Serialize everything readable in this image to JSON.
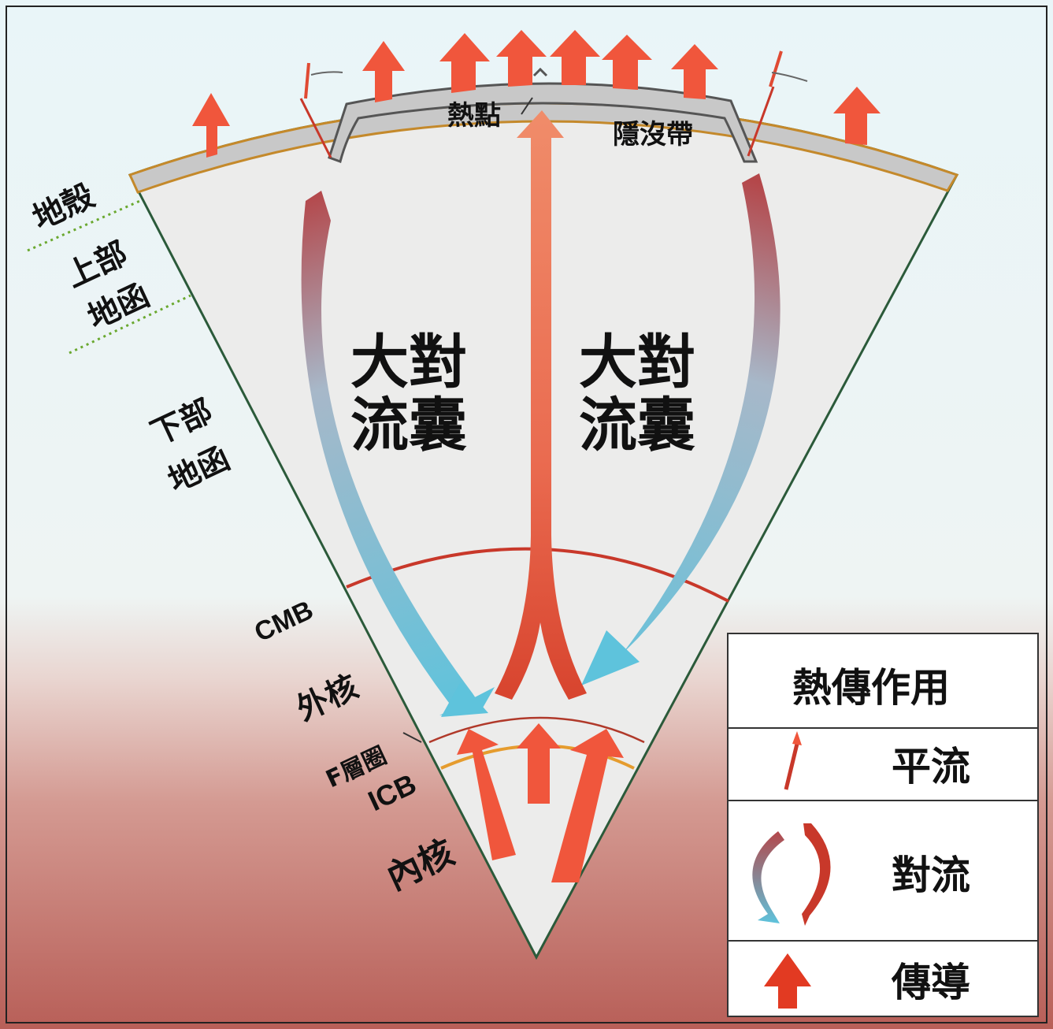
{
  "diagram": {
    "labels": {
      "crust": "地殼",
      "upper_mantle": "上部\n地函",
      "lower_mantle": "下部\n地函",
      "cmb": "CMB",
      "outer_core": "外核",
      "f_layer": "F層圈",
      "icb": "ICB",
      "inner_core": "內核",
      "hotspot": "熱點",
      "subduction_zone": "隱沒帶",
      "convection_cell_left": "大對\n流囊",
      "convection_cell_right": "大對\n流囊"
    },
    "legend": {
      "title": "熱傳作用",
      "advection": "平流",
      "convection": "對流",
      "conduction": "傳導"
    }
  },
  "colors": {
    "sky_top": "#e9f5f8",
    "sky_bottom_red": "#b85f58",
    "wedge_fill": "#ececeb",
    "wedge_edge": "#2b5a3a",
    "crust_fill": "#c8c8c8",
    "crust_edge": "#c4892b",
    "heat_arrow": "#f0563c",
    "plume": "#e0513c",
    "convection_warm": "#b4474a",
    "convection_cool": "#5ec3dc",
    "boundary_red": "#c8382a",
    "icb_orange": "#e59c2e"
  }
}
